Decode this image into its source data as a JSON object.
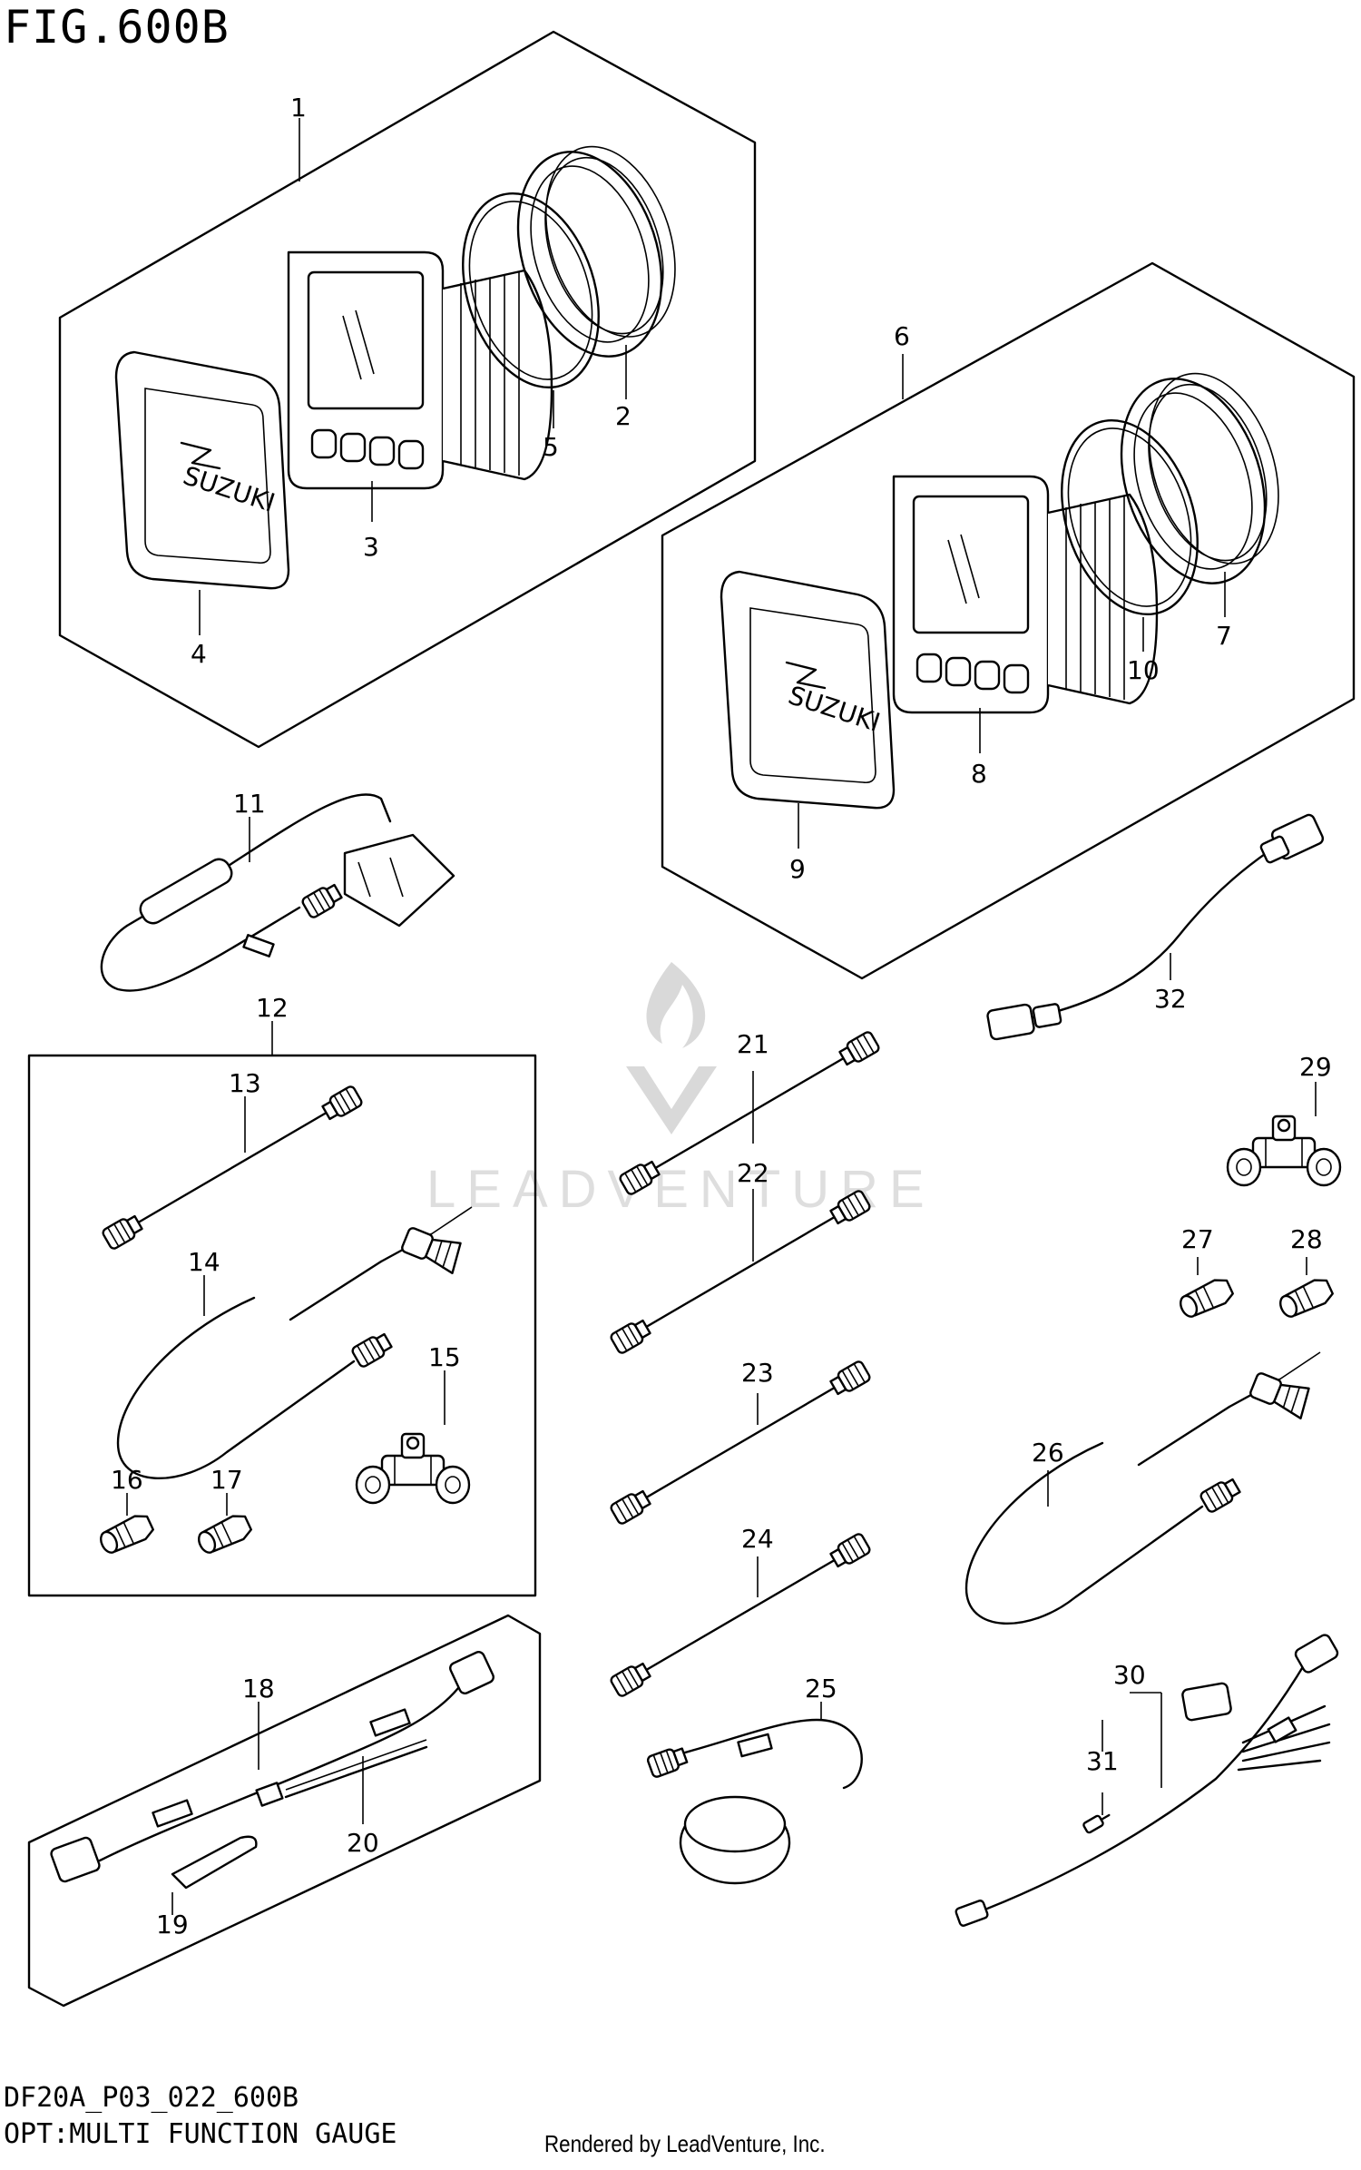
{
  "figure": {
    "title": "FIG.600B",
    "model_code": "DF20A_P03_022_600B",
    "section_name": "OPT:MULTI FUNCTION GAUGE",
    "credit": "Rendered by LeadVenture, Inc."
  },
  "watermark": {
    "text": "LEADVENTURE"
  },
  "gauge_face": {
    "brand": "SUZUKI"
  },
  "callouts": [
    "1",
    "2",
    "3",
    "4",
    "5",
    "6",
    "7",
    "8",
    "9",
    "10",
    "11",
    "12",
    "13",
    "14",
    "15",
    "16",
    "17",
    "18",
    "19",
    "20",
    "21",
    "22",
    "23",
    "24",
    "25",
    "26",
    "27",
    "28",
    "29",
    "30",
    "31",
    "32"
  ]
}
